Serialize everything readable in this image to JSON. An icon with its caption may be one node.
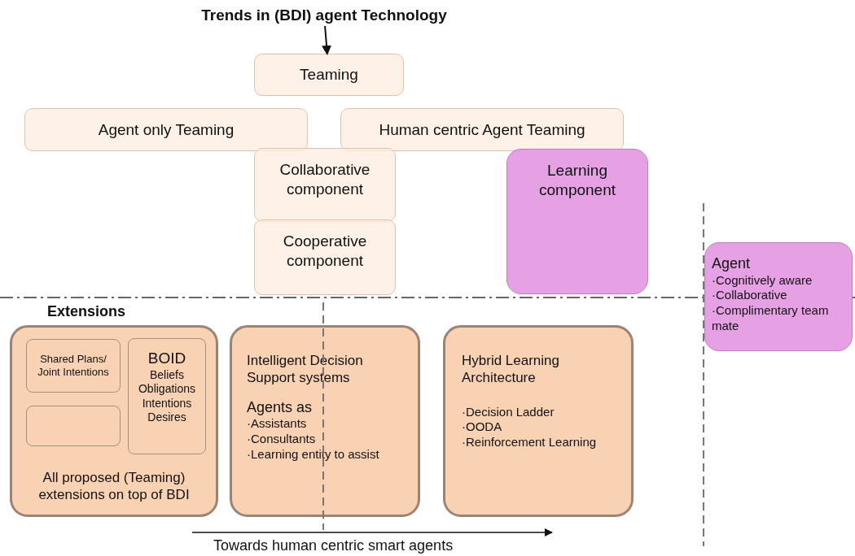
{
  "diagram": {
    "nodes": [
      {
        "text": [
          "Trends in (BDI) agent Technology"
        ]
      },
      {
        "text": [
          "Teaming"
        ]
      },
      {
        "text": [
          "Agent only Teaming"
        ]
      },
      {
        "text": [
          "Human centric Agent Teaming"
        ]
      },
      {
        "text": [
          "Collaborative component"
        ]
      },
      {
        "text": [
          "Cooperative component"
        ]
      },
      {
        "text": [
          "Learning component"
        ]
      },
      {
        "text": [
          "Agent",
          "·Cognitively aware",
          "·Collaborative",
          "·Complimentary team mate"
        ]
      },
      {
        "text": [
          "All proposed (Teaming) extensions on top of BDI"
        ]
      },
      {
        "text": [
          "Shared Plans/ Joint Intentions"
        ],
        "in": 8
      },
      {
        "text": [],
        "shape": "box",
        "in": 8
      },
      {
        "text": [
          "BOID",
          "Beliefs Obligations Intentions Desires"
        ],
        "in": 8
      },
      {
        "text": [
          "Intelligent Decision Support systems",
          "Agents as",
          "·Assistants",
          "·Consultants",
          "·Learning entity to assist"
        ]
      },
      {
        "text": [
          "Hybrid Learning Architecture",
          "·Decision Ladder",
          "·OODA",
          "·Reinforcement Learning"
        ]
      }
    ],
    "edges": [
      {
        "from": 0,
        "to": 1,
        "arrow": "to"
      }
    ],
    "labels": [
      "Extensions",
      "Towards human centric smart agents"
    ]
  }
}
